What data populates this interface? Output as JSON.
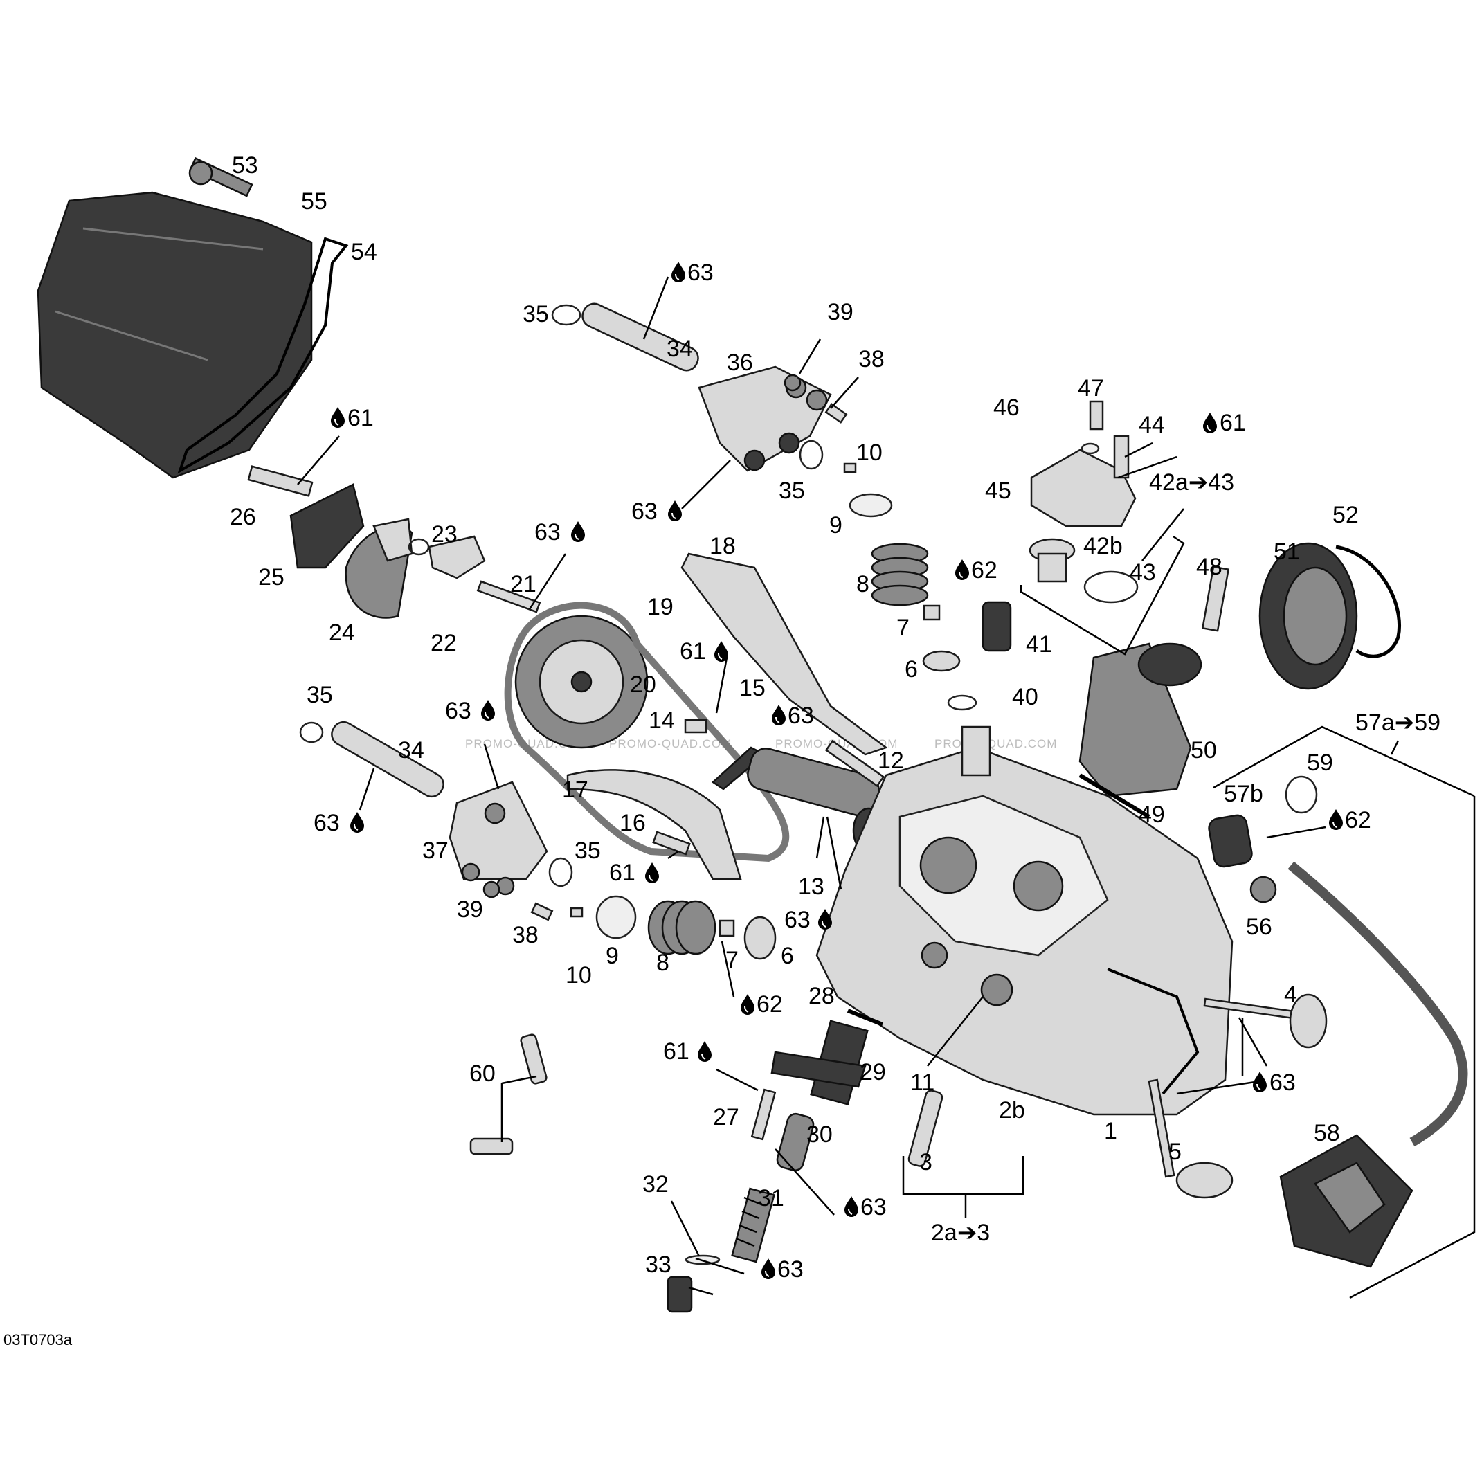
{
  "figure_code": "03T0703a",
  "watermark": "PROMO-QUAD.COM",
  "lubricant_icon": "oil-drop-icon",
  "labels": {
    "l53": "53",
    "l55": "55",
    "l54": "54",
    "l63a": "63",
    "l35a": "35",
    "l34a": "34",
    "l36": "36",
    "l39a": "39",
    "l38a": "38",
    "l61a": "61",
    "l10a": "10",
    "l35b": "35",
    "l63b": "63",
    "l26": "26",
    "l23": "23",
    "l25": "25",
    "l24": "24",
    "l22": "22",
    "l63c": "63",
    "l21": "21",
    "l9a": "9",
    "l18": "18",
    "l8a": "8",
    "l62a": "62",
    "l7a": "7",
    "l6a": "6",
    "l19": "19",
    "l61b": "61",
    "l20": "20",
    "l15": "15",
    "l14": "14",
    "l63d": "63",
    "l12": "12",
    "l35c": "35",
    "l63e": "63",
    "l34b": "34",
    "l17": "17",
    "l16": "16",
    "l63f": "63",
    "l37": "37",
    "l35d": "35",
    "l61c": "61",
    "l13": "13",
    "l63g": "63",
    "l39b": "39",
    "l38b": "38",
    "l10b": "10",
    "l9b": "9",
    "l8b": "8",
    "l7b": "7",
    "l6b": "6",
    "l62b": "62",
    "l28": "28",
    "l47": "47",
    "l46": "46",
    "l44": "44",
    "l61d": "61",
    "l45": "45",
    "l42a": "42a➔43",
    "l42b": "42b",
    "l43": "43",
    "l52": "52",
    "l51": "51",
    "l48": "48",
    "l41": "41",
    "l40": "40",
    "l50": "50",
    "l49": "49",
    "l57a": "57a➔59",
    "l59": "59",
    "l57b": "57b",
    "l62c": "62",
    "l56": "56",
    "l4": "4",
    "l63h": "63",
    "l60": "60",
    "l61e": "61",
    "l29": "29",
    "l11": "11",
    "l2b": "2b",
    "l1": "1",
    "l5": "5",
    "l27": "27",
    "l30": "30",
    "l3": "3",
    "l58": "58",
    "l32": "32",
    "l31": "31",
    "l63i": "63",
    "l2a": "2a➔3",
    "l33": "33",
    "l63j": "63"
  }
}
